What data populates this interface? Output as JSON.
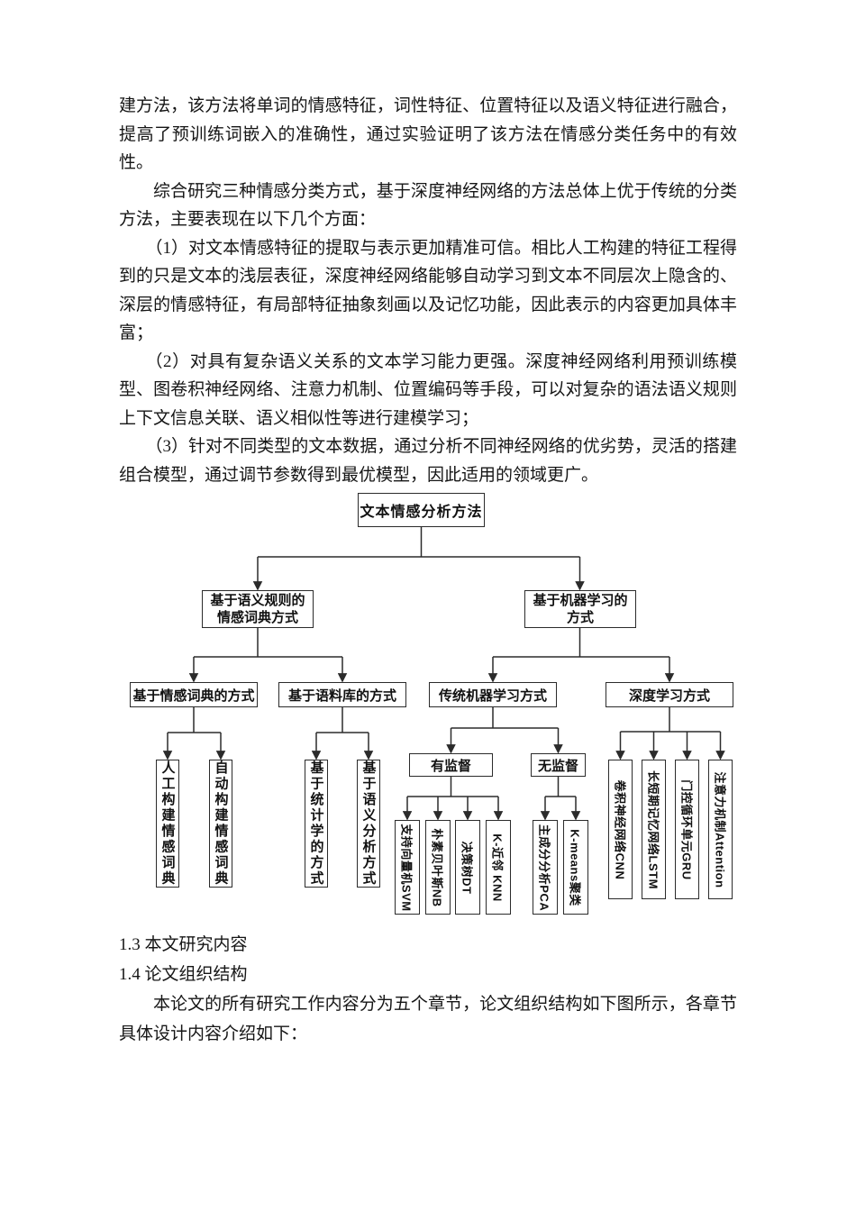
{
  "text": {
    "p1": "建方法，该方法将单词的情感特征，词性特征、位置特征以及语义特征进行融合，提高了预训练词嵌入的准确性，通过实验证明了该方法在情感分类任务中的有效性。",
    "p2": "综合研究三种情感分类方式，基于深度神经网络的方法总体上优于传统的分类方法，主要表现在以下几个方面：",
    "p3": "（1）对文本情感特征的提取与表示更加精准可信。相比人工构建的特征工程得到的只是文本的浅层表征，深度神经网络能够自动学习到文本不同层次上隐含的、深层的情感特征，有局部特征抽象刻画以及记忆功能，因此表示的内容更加具体丰富；",
    "p4": "（2）对具有复杂语义关系的文本学习能力更强。深度神经网络利用预训练模型、图卷积神经网络、注意力机制、位置编码等手段，可以对复杂的语法语义规则上下文信息关联、语义相似性等进行建模学习；",
    "p5": "（3）针对不同类型的文本数据，通过分析不同神经网络的优劣势，灵活的搭建组合模型，通过调节参数得到最优模型，因此适用的领域更广。",
    "h13": "1.3 本文研究内容",
    "h14": "1.4 论文组织结构",
    "p6": "本论文的所有研究工作内容分为五个章节，论文组织结构如下图所示，各章节具体设计内容介绍如下："
  },
  "diagram": {
    "root": "文本情感分析方法",
    "semantic_rule": "基于语义规则的\n情感词典方式",
    "machine_learning": "基于机器学习的\n方式",
    "dictionary": "基于情感词典的方式",
    "corpus": "基于语料库的方式",
    "traditional_ml": "传统机器学习方式",
    "deep_learning": "深度学习方式",
    "manual_dict": "人工构建情感词典",
    "auto_dict": "自动构建情感词典",
    "statistics": "基于统计学的方式",
    "semantic_analysis": "基于语义分析方式",
    "supervised": "有监督",
    "unsupervised": "无监督",
    "svm": "支持向量机SVM",
    "nb": "朴素贝叶斯NB",
    "dt": "决策树DT",
    "knn": "K-近邻 KNN",
    "pca": "主成分分析PCA",
    "kmeans": "K-means聚类",
    "cnn": "卷积神经网络CNN",
    "lstm": "长短期记忆网络LSTM",
    "gru": "门控循环单元GRU",
    "attention": "注意力机制Attention"
  }
}
